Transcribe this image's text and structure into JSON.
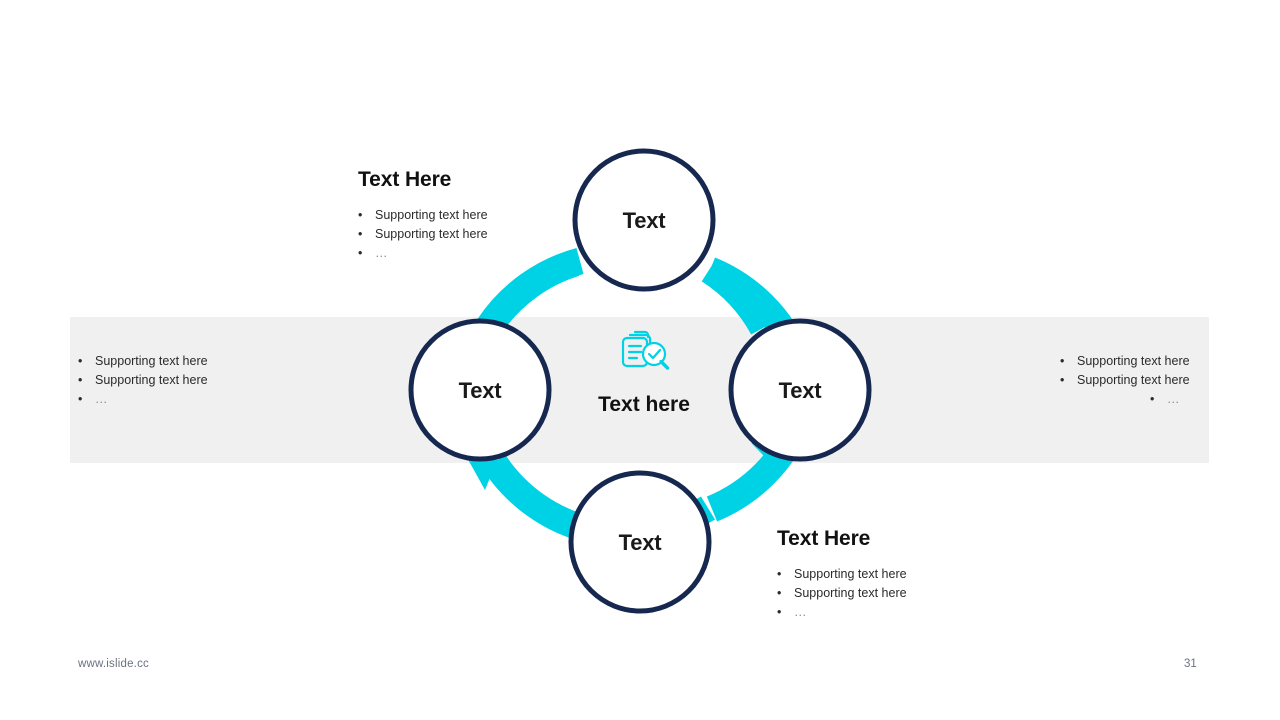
{
  "slide": {
    "background_color": "#ffffff",
    "band_color": "#f0f0f0",
    "accent_color": "#00d2e6",
    "node_outline_color": "#16284f",
    "heading_color": "#111111"
  },
  "center": {
    "icon_name": "document-search-check-icon",
    "caption": "Text here"
  },
  "nodes": [
    {
      "id": "top",
      "label": "Text"
    },
    {
      "id": "right",
      "label": "Text"
    },
    {
      "id": "bottom",
      "label": "Text"
    },
    {
      "id": "left",
      "label": "Text"
    }
  ],
  "blocks": {
    "top_left": {
      "heading": "Text Here",
      "bullets": [
        {
          "marker": "•",
          "text": "Supporting  text here"
        },
        {
          "marker": "•",
          "text": "Supporting  text here"
        },
        {
          "marker": "•",
          "text": "…"
        }
      ]
    },
    "left": {
      "heading": "",
      "bullets": [
        {
          "marker": "•",
          "text": "Supporting  text here"
        },
        {
          "marker": "•",
          "text": "Supporting  text here"
        },
        {
          "marker": "•",
          "text": "…"
        }
      ]
    },
    "right": {
      "heading": "",
      "bullets": [
        {
          "marker": "•",
          "text": "Supporting  text here"
        },
        {
          "marker": "•",
          "text": "Supporting  text here"
        },
        {
          "marker": "•",
          "text": "…"
        }
      ]
    },
    "bottom_right": {
      "heading": "Text Here",
      "bullets": [
        {
          "marker": "•",
          "text": "Supporting  text here"
        },
        {
          "marker": "•",
          "text": "Supporting  text here"
        },
        {
          "marker": "•",
          "text": "…"
        }
      ]
    }
  },
  "footer": {
    "url": "www.islide.cc",
    "page_number": "31"
  }
}
